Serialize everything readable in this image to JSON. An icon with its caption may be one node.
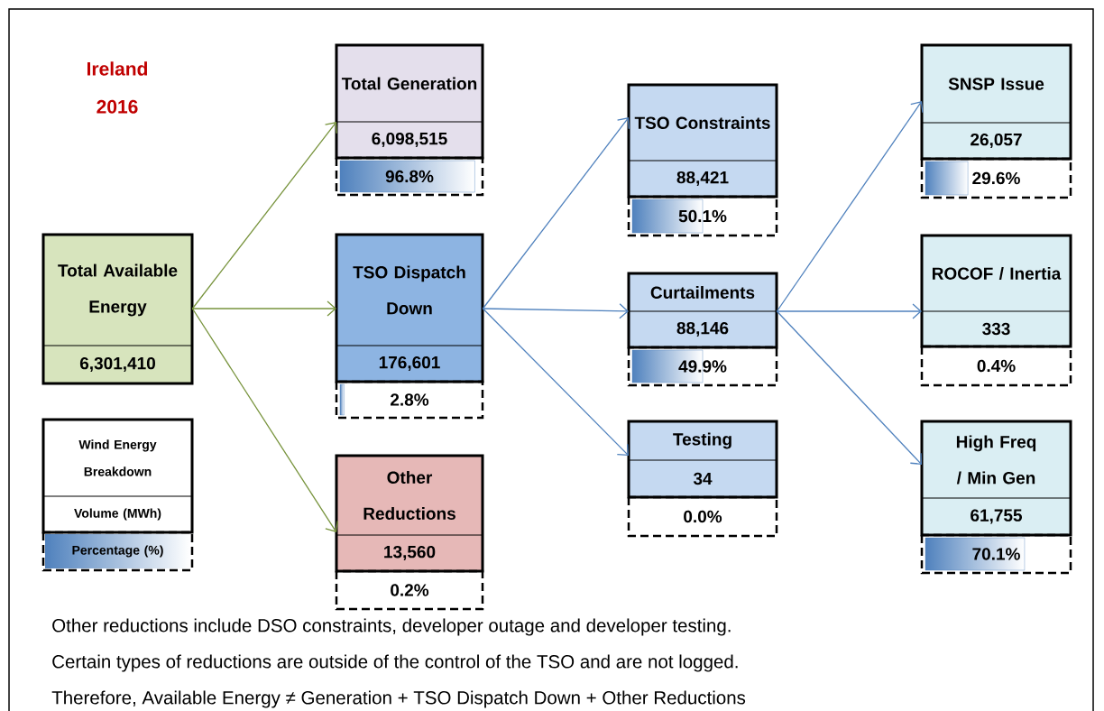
{
  "diagram": {
    "title": "Ireland 2016",
    "nodes": [
      {
        "text": [
          "Total Available Energy",
          "6,301,410"
        ]
      },
      {
        "text": [
          "Total Generation",
          "6,098,515",
          "96.8%"
        ]
      },
      {
        "text": [
          "TSO Dispatch Down",
          "176,601",
          "2.8%"
        ]
      },
      {
        "text": [
          "Other Reductions",
          "13,560",
          "0.2%"
        ]
      },
      {
        "text": [
          "TSO Constraints",
          "88,421",
          "50.1%"
        ]
      },
      {
        "text": [
          "Curtailments",
          "88,146",
          "49.9%"
        ]
      },
      {
        "text": [
          "Testing",
          "34",
          "0.0%"
        ]
      },
      {
        "text": [
          "SNSP Issue",
          "26,057",
          "29.6%"
        ]
      },
      {
        "text": [
          "ROCOF / Inertia",
          "333",
          "0.4%"
        ]
      },
      {
        "text": [
          "High Freq / Min Gen",
          "61,755",
          "70.1%"
        ]
      },
      {
        "text": [
          "Wind Energy Breakdown",
          "Volume (MWh)",
          "Percentage (%)"
        ]
      }
    ],
    "edges": [
      {
        "from": 0,
        "to": 1,
        "arrow": "to",
        "color": "#77933c"
      },
      {
        "from": 0,
        "to": 2,
        "arrow": "to",
        "color": "#77933c"
      },
      {
        "from": 0,
        "to": 3,
        "arrow": "to",
        "color": "#77933c"
      },
      {
        "from": 2,
        "to": 4,
        "arrow": "to"
      },
      {
        "from": 2,
        "to": 5,
        "arrow": "to"
      },
      {
        "from": 2,
        "to": 6,
        "arrow": "to"
      },
      {
        "from": 5,
        "to": 7,
        "arrow": "to"
      },
      {
        "from": 5,
        "to": 8,
        "arrow": "to"
      },
      {
        "from": 5,
        "to": 9,
        "arrow": "to"
      }
    ],
    "labels": [
      "Other reductions include DSO constraints, developer outage and developer testing.",
      "Certain types of reductions are outside of the control of the TSO and are not logged.",
      "Therefore, Available Energy ≠ Generation + TSO Dispatch Down + Other Reductions"
    ]
  }
}
